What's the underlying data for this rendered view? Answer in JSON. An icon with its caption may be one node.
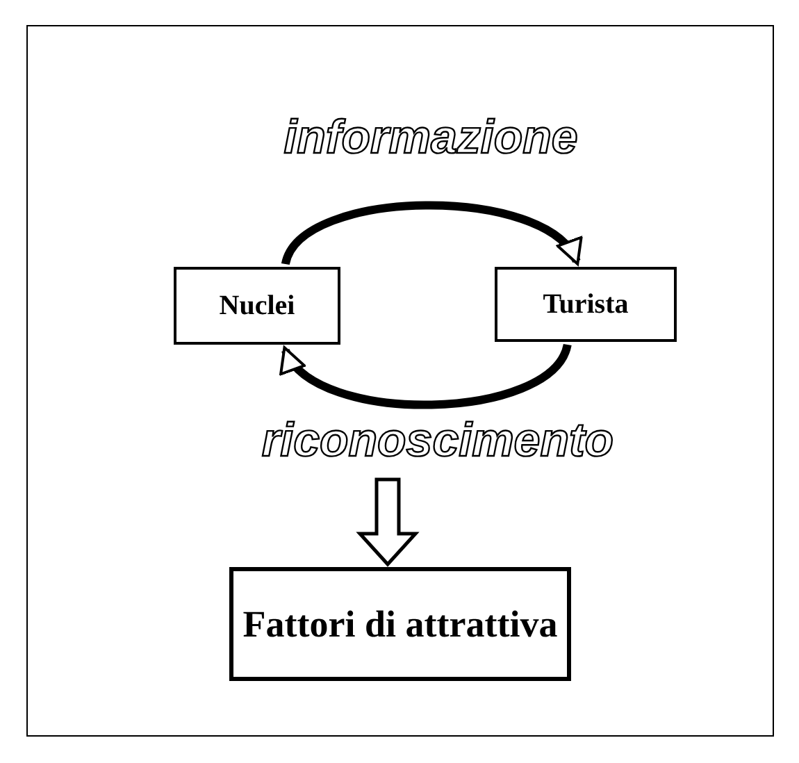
{
  "diagram": {
    "nodes": [
      {
        "text": [
          "Nuclei"
        ]
      },
      {
        "text": [
          "Turista"
        ]
      },
      {
        "text": [
          "Fattori di attrattiva"
        ]
      }
    ],
    "edges": [
      {
        "from": 0,
        "to": 1,
        "arrow": "to",
        "label": "informazione"
      },
      {
        "from": 1,
        "to": 0,
        "arrow": "to",
        "label": "riconoscimento"
      },
      {
        "from": null,
        "to": 2,
        "arrow": "to"
      }
    ]
  }
}
